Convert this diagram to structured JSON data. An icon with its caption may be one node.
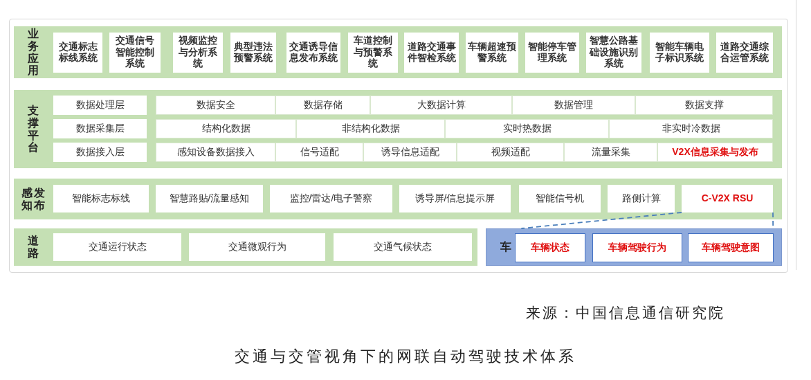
{
  "diagram": {
    "caption": "交通与交管视角下的网联自动驾驶技术体系",
    "nodes": [
      {
        "text": [
          "业务应用"
        ]
      },
      {
        "text": [
          "交通标志标线系统"
        ],
        "in": 0
      },
      {
        "text": [
          "交通信号智能控制系统"
        ],
        "in": 0
      },
      {
        "text": [
          "视频监控与分析系统"
        ],
        "in": 0
      },
      {
        "text": [
          "典型违法预警系统"
        ],
        "in": 0
      },
      {
        "text": [
          "交通诱导信息发布系统"
        ],
        "in": 0
      },
      {
        "text": [
          "车道控制与预警系统"
        ],
        "in": 0
      },
      {
        "text": [
          "道路交通事件智检系统"
        ],
        "in": 0
      },
      {
        "text": [
          "车辆超速预警系统"
        ],
        "in": 0
      },
      {
        "text": [
          "智能停车管理系统"
        ],
        "in": 0
      },
      {
        "text": [
          "智慧公路基础设施识别系统"
        ],
        "in": 0
      },
      {
        "text": [
          "智能车辆电子标识系统"
        ],
        "in": 0
      },
      {
        "text": [
          "道路交通综合运管系统"
        ],
        "in": 0
      },
      {
        "text": [
          "支撑平台"
        ]
      },
      {
        "text": [
          "数据处理层"
        ],
        "in": 13
      },
      {
        "text": [
          "数据安全"
        ],
        "in": 13
      },
      {
        "text": [
          "数据存储"
        ],
        "in": 13
      },
      {
        "text": [
          "大数据计算"
        ],
        "in": 13
      },
      {
        "text": [
          "数据管理"
        ],
        "in": 13
      },
      {
        "text": [
          "数据支撑"
        ],
        "in": 13
      },
      {
        "text": [
          "数据采集层"
        ],
        "in": 13
      },
      {
        "text": [
          "结构化数据"
        ],
        "in": 13
      },
      {
        "text": [
          "非结构化数据"
        ],
        "in": 13
      },
      {
        "text": [
          "实时热数据"
        ],
        "in": 13
      },
      {
        "text": [
          "非实时冷数据"
        ],
        "in": 13
      },
      {
        "text": [
          "数据接入层"
        ],
        "in": 13
      },
      {
        "text": [
          "感知设备数据接入"
        ],
        "in": 13
      },
      {
        "text": [
          "信号适配"
        ],
        "in": 13
      },
      {
        "text": [
          "诱导信息适配"
        ],
        "in": 13
      },
      {
        "text": [
          "视频适配"
        ],
        "in": 13
      },
      {
        "text": [
          "流量采集"
        ],
        "in": 13
      },
      {
        "text": [
          "V2X信息采集与发布"
        ],
        "in": 13
      },
      {
        "text": [
          "感知发布"
        ]
      },
      {
        "text": [
          "智能标志标线"
        ],
        "in": 32
      },
      {
        "text": [
          "智慧路贴/流量感知"
        ],
        "in": 32
      },
      {
        "text": [
          "监控/雷达/电子警察"
        ],
        "in": 32
      },
      {
        "text": [
          "诱导屏/信息提示屏"
        ],
        "in": 32
      },
      {
        "text": [
          "智能信号机"
        ],
        "in": 32
      },
      {
        "text": [
          "路侧计算"
        ],
        "in": 32
      },
      {
        "text": [
          "C-V2X RSU"
        ],
        "in": 32
      },
      {
        "text": [
          "道路"
        ]
      },
      {
        "text": [
          "交通运行状态"
        ],
        "in": 40
      },
      {
        "text": [
          "交通微观行为"
        ],
        "in": 40
      },
      {
        "text": [
          "交通气候状态"
        ],
        "in": 40
      },
      {
        "text": [
          "车"
        ]
      },
      {
        "text": [
          "车辆状态"
        ],
        "in": 44
      },
      {
        "text": [
          "车辆驾驶行为"
        ],
        "in": 44
      },
      {
        "text": [
          "车辆驾驶意图"
        ],
        "in": 44
      }
    ],
    "edges": [
      {
        "from": 39,
        "to": 44,
        "arrow": "none",
        "style": "dashed"
      },
      {
        "from": 39,
        "to": 44,
        "arrow": "none",
        "style": "dashed"
      }
    ],
    "labels": [
      "来源：中国信息通信研究院"
    ]
  }
}
